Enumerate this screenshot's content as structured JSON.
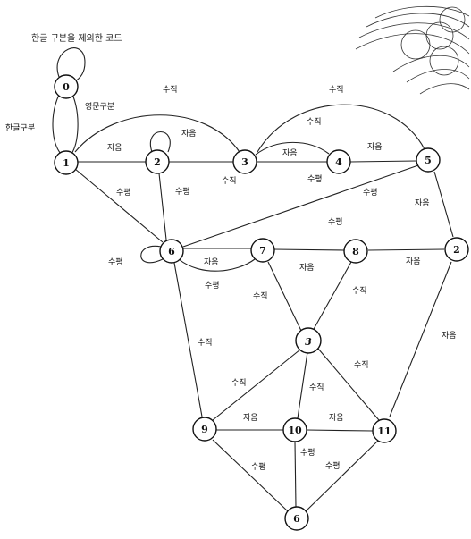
{
  "diagram": {
    "title": "한글 구분을 제외한 코드",
    "nodes": [
      {
        "id": "n0",
        "label": "0"
      },
      {
        "id": "n1",
        "label": "1"
      },
      {
        "id": "n2",
        "label": "2"
      },
      {
        "id": "n3",
        "label": "3"
      },
      {
        "id": "n4",
        "label": "4"
      },
      {
        "id": "n5",
        "label": "5"
      },
      {
        "id": "n6",
        "label": "6"
      },
      {
        "id": "n7",
        "label": "7"
      },
      {
        "id": "n8",
        "label": "8"
      },
      {
        "id": "n2b",
        "label": "2"
      },
      {
        "id": "n3b",
        "label": "3"
      },
      {
        "id": "n9",
        "label": "9"
      },
      {
        "id": "n10",
        "label": "10"
      },
      {
        "id": "n11",
        "label": "11"
      },
      {
        "id": "n6b",
        "label": "6"
      }
    ],
    "edge_labels": {
      "hangul_split": "한글구분",
      "english_split": "영문구분",
      "consonant": "자음",
      "vertical": "수직",
      "horizontal": "수평"
    }
  }
}
